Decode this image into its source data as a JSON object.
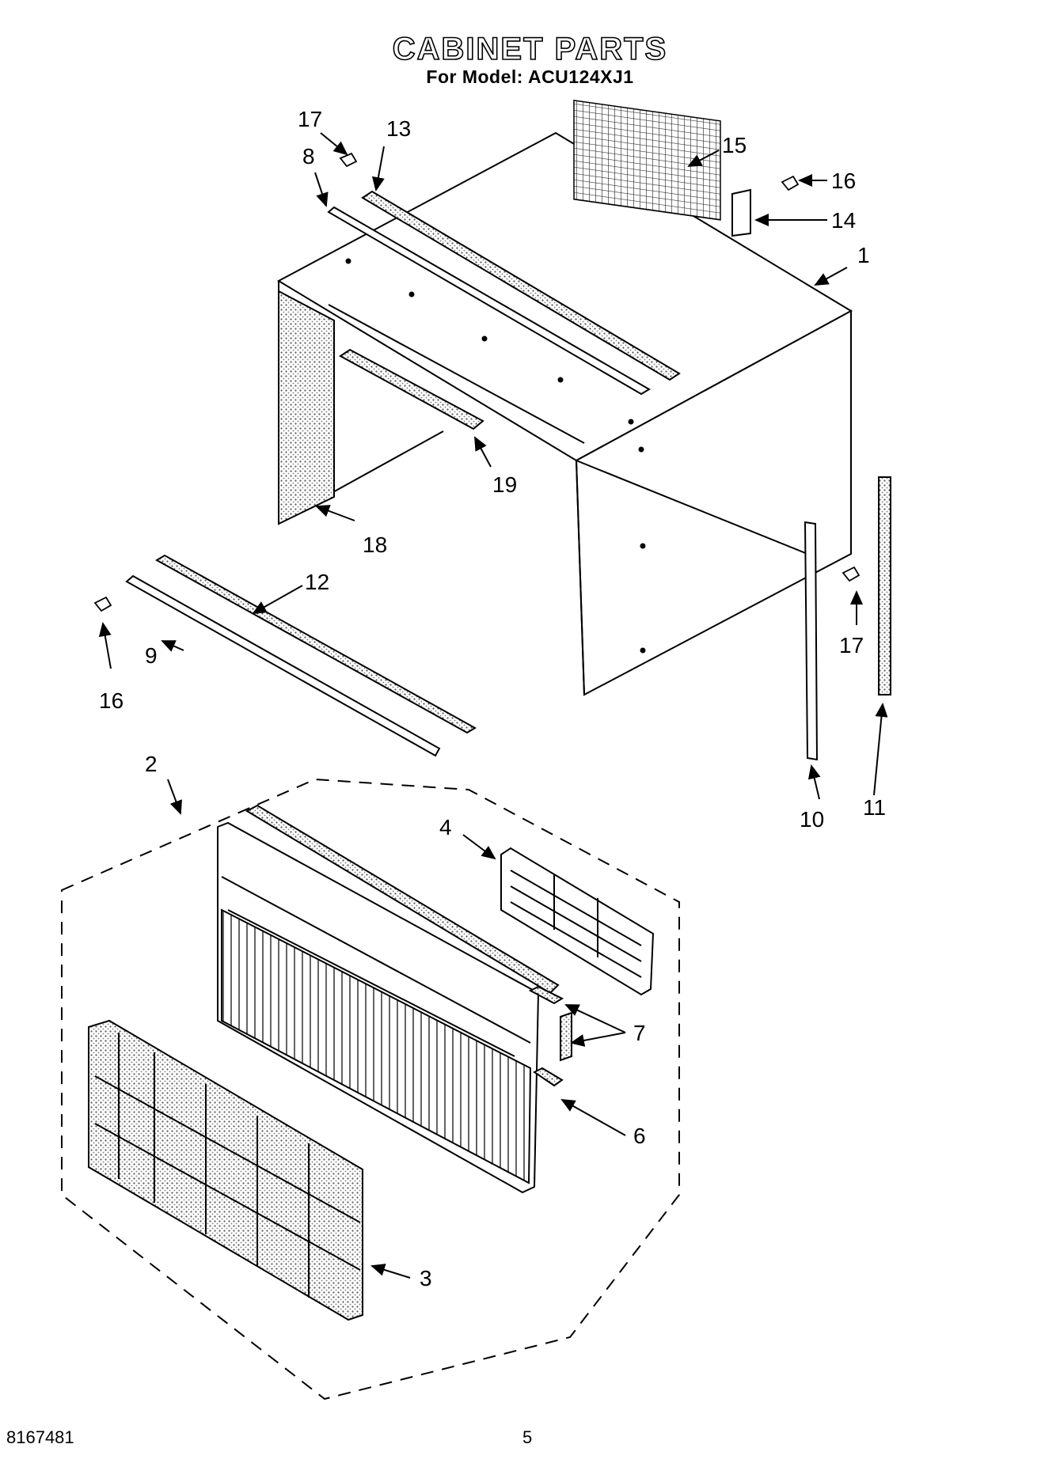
{
  "header": {
    "title": "CABINET PARTS",
    "subtitle": "For Model: ACU124XJ1"
  },
  "footer": {
    "part_number": "8167481",
    "page_number": "5"
  },
  "callouts": [
    "1",
    "2",
    "3",
    "4",
    "6",
    "7",
    "8",
    "9",
    "10",
    "11",
    "12",
    "13",
    "14",
    "15",
    "16",
    "17",
    "18",
    "19"
  ],
  "callouts_repeated": [
    "16",
    "17"
  ]
}
